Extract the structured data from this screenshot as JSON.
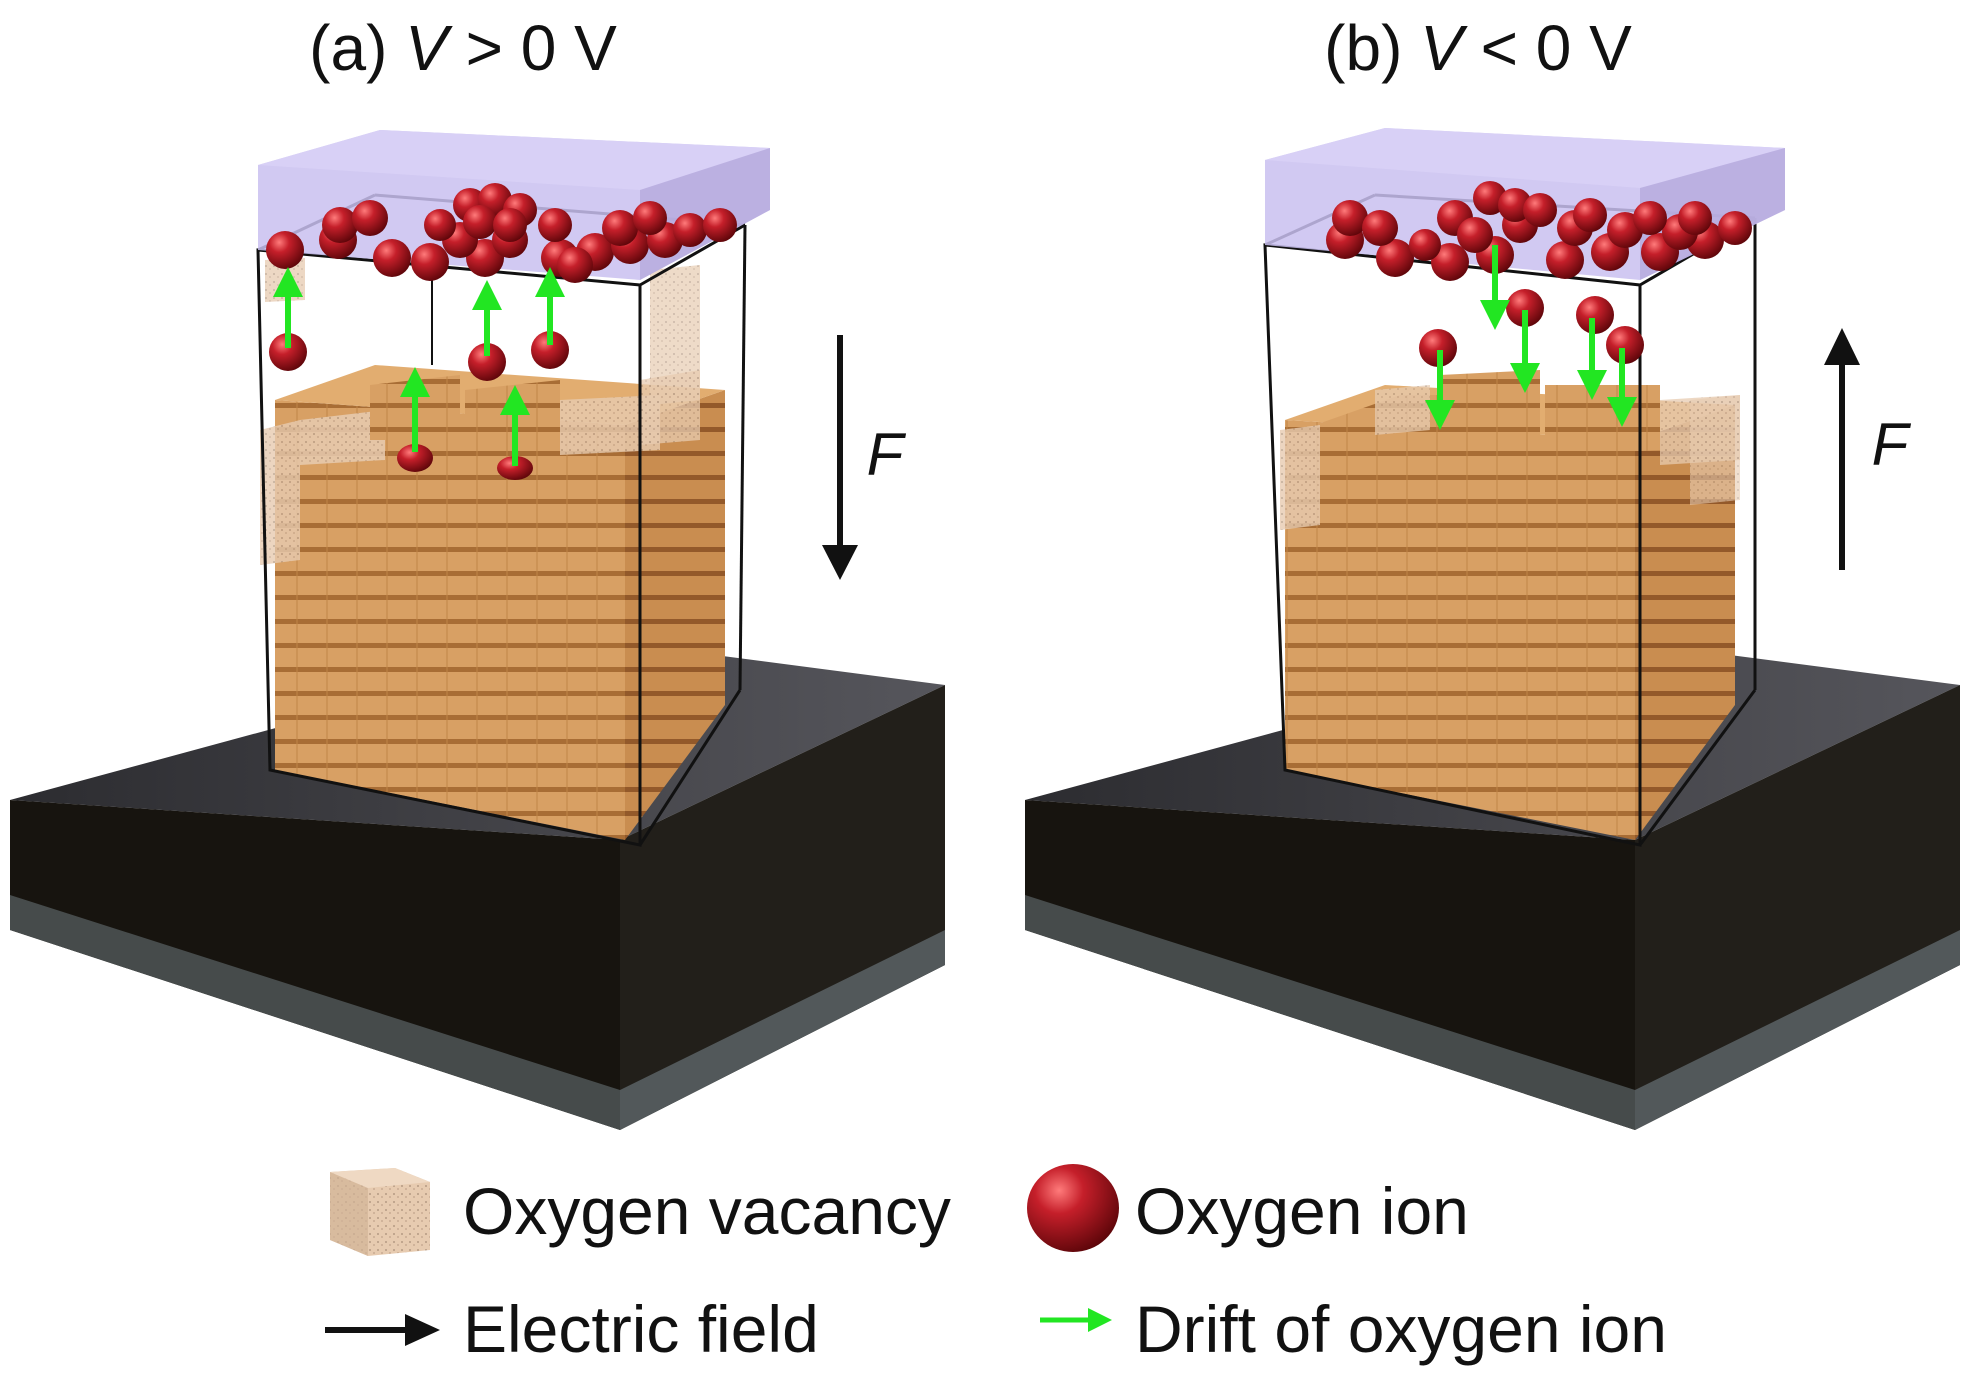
{
  "panels": [
    {
      "id": "a",
      "title_prefix": "(a) ",
      "title_var": "V",
      "title_suffix": " > 0 V",
      "field_label": "F",
      "field_direction": "down",
      "ion_drift": "up"
    },
    {
      "id": "b",
      "title_prefix": "(b) ",
      "title_var": "V",
      "title_suffix": " < 0 V",
      "field_label": "F",
      "field_direction": "up",
      "ion_drift": "down"
    }
  ],
  "legend": {
    "vacancy": "Oxygen vacancy",
    "ion": "Oxygen ion",
    "field": "Electric field",
    "drift": "Drift of oxygen ion"
  },
  "colors": {
    "ion": "#a3141e",
    "vacancy": "#d49a5c",
    "drift_arrow": "#22e622",
    "field_arrow": "#111111",
    "top_electrode": "#c9bff0",
    "base_top": "#3a3a3e",
    "base_side": "#141210"
  }
}
